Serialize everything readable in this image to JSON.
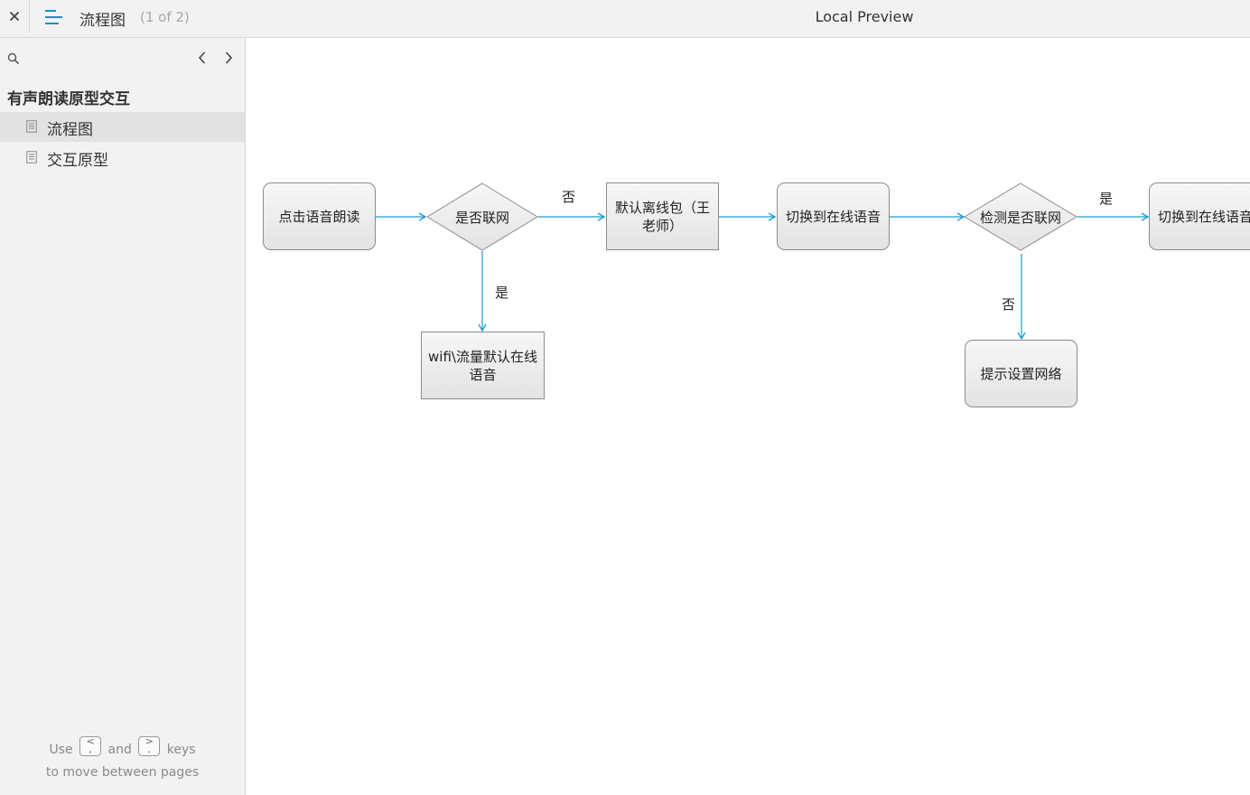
{
  "topbar": {
    "close_icon": "close-icon",
    "menu_icon": "menu-lines-icon",
    "page_title": "流程图",
    "page_count": "(1 of 2)",
    "window_title": "Local Preview"
  },
  "sidebar": {
    "search_icon": "search-icon",
    "prev_icon": "chevron-left-icon",
    "next_icon": "chevron-right-icon",
    "project_title": "有声朗读原型交互",
    "pages": [
      {
        "label": "流程图",
        "selected": true,
        "icon": "page-icon"
      },
      {
        "label": "交互原型",
        "selected": false,
        "icon": "page-icon"
      }
    ],
    "hint": {
      "use": "Use",
      "key_prev": "<",
      "key_prev_sub": ",",
      "and": "and",
      "key_next": ">",
      "key_next_sub": ".",
      "keys": "keys",
      "line2": "to move between pages"
    }
  },
  "flowchart": {
    "nodes": {
      "start": "点击语音朗读",
      "decision_network": "是否联网",
      "offline_default": "默认离线包（王老师）",
      "switch_online": "切换到在线语音",
      "detect_network": "检测是否联网",
      "switch_online_2": "切换到在线语音",
      "wifi_default": "wifi\\流量默认在线语音",
      "prompt_network": "提示设置网络"
    },
    "edge_labels": {
      "network_no": "否",
      "network_yes": "是",
      "detect_yes": "是",
      "detect_no": "否"
    },
    "colors": {
      "connector": "#1a9bd0",
      "node_border": "#8c8c8c",
      "node_fill_top": "#f7f7f7",
      "node_fill_bottom": "#e3e3e3"
    }
  }
}
